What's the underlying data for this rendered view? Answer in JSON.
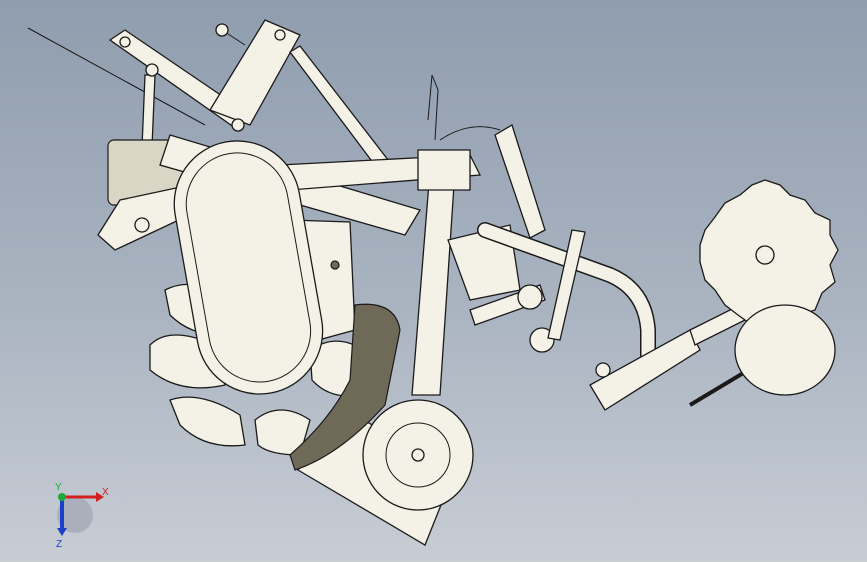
{
  "viewport": {
    "background": "#9fabbb"
  },
  "triad": {
    "x_label": "X",
    "y_label": "Y",
    "z_label": "Z",
    "colors": {
      "x": "#d22020",
      "y": "#1fa83a",
      "z": "#1c3fc8"
    }
  }
}
